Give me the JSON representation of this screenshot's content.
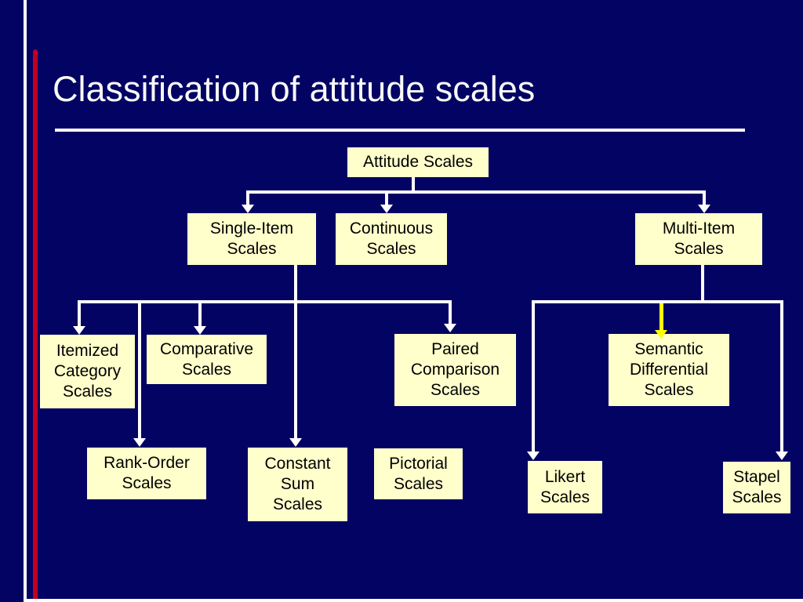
{
  "slide": {
    "title": "Classification of attitude scales"
  },
  "colors": {
    "background": "#030364",
    "box_fill": "#FFFFCC",
    "box_text": "#000000",
    "connector": "#FFFFFF",
    "accent_red": "#C00020",
    "highlight_yellow": "#FFFF00",
    "title_text": "#F8F8F8"
  },
  "nodes": [
    {
      "id": "attitude-scales",
      "label": "Attitude Scales"
    },
    {
      "id": "single-item-scales",
      "label": "Single-Item\nScales"
    },
    {
      "id": "continuous-scales",
      "label": "Continuous\nScales"
    },
    {
      "id": "multi-item-scales",
      "label": "Multi-Item\nScales"
    },
    {
      "id": "itemized-category-scales",
      "label": "Itemized\nCategory\nScales"
    },
    {
      "id": "comparative-scales",
      "label": "Comparative\nScales"
    },
    {
      "id": "paired-comparison-scales",
      "label": "Paired\nComparison\nScales"
    },
    {
      "id": "semantic-differential-scales",
      "label": "Semantic\nDifferential\nScales"
    },
    {
      "id": "rank-order-scales",
      "label": "Rank-Order\nScales"
    },
    {
      "id": "constant-sum-scales",
      "label": "Constant\nSum\nScales"
    },
    {
      "id": "pictorial-scales",
      "label": "Pictorial\nScales"
    },
    {
      "id": "likert-scales",
      "label": "Likert\nScales"
    },
    {
      "id": "stapel-scales",
      "label": "Stapel\nScales"
    }
  ],
  "edges": [
    {
      "from": "attitude-scales",
      "to": "single-item-scales",
      "highlighted": false
    },
    {
      "from": "attitude-scales",
      "to": "continuous-scales",
      "highlighted": false
    },
    {
      "from": "attitude-scales",
      "to": "multi-item-scales",
      "highlighted": false
    },
    {
      "from": "single-item-scales",
      "to": "itemized-category-scales",
      "highlighted": false
    },
    {
      "from": "single-item-scales",
      "to": "comparative-scales",
      "highlighted": false
    },
    {
      "from": "single-item-scales",
      "to": "paired-comparison-scales",
      "highlighted": false
    },
    {
      "from": "single-item-scales",
      "to": "rank-order-scales",
      "highlighted": false
    },
    {
      "from": "single-item-scales",
      "to": "constant-sum-scales",
      "highlighted": false
    },
    {
      "from": "multi-item-scales",
      "to": "semantic-differential-scales",
      "highlighted": true
    },
    {
      "from": "multi-item-scales",
      "to": "likert-scales",
      "highlighted": false
    },
    {
      "from": "multi-item-scales",
      "to": "stapel-scales",
      "highlighted": false
    }
  ]
}
